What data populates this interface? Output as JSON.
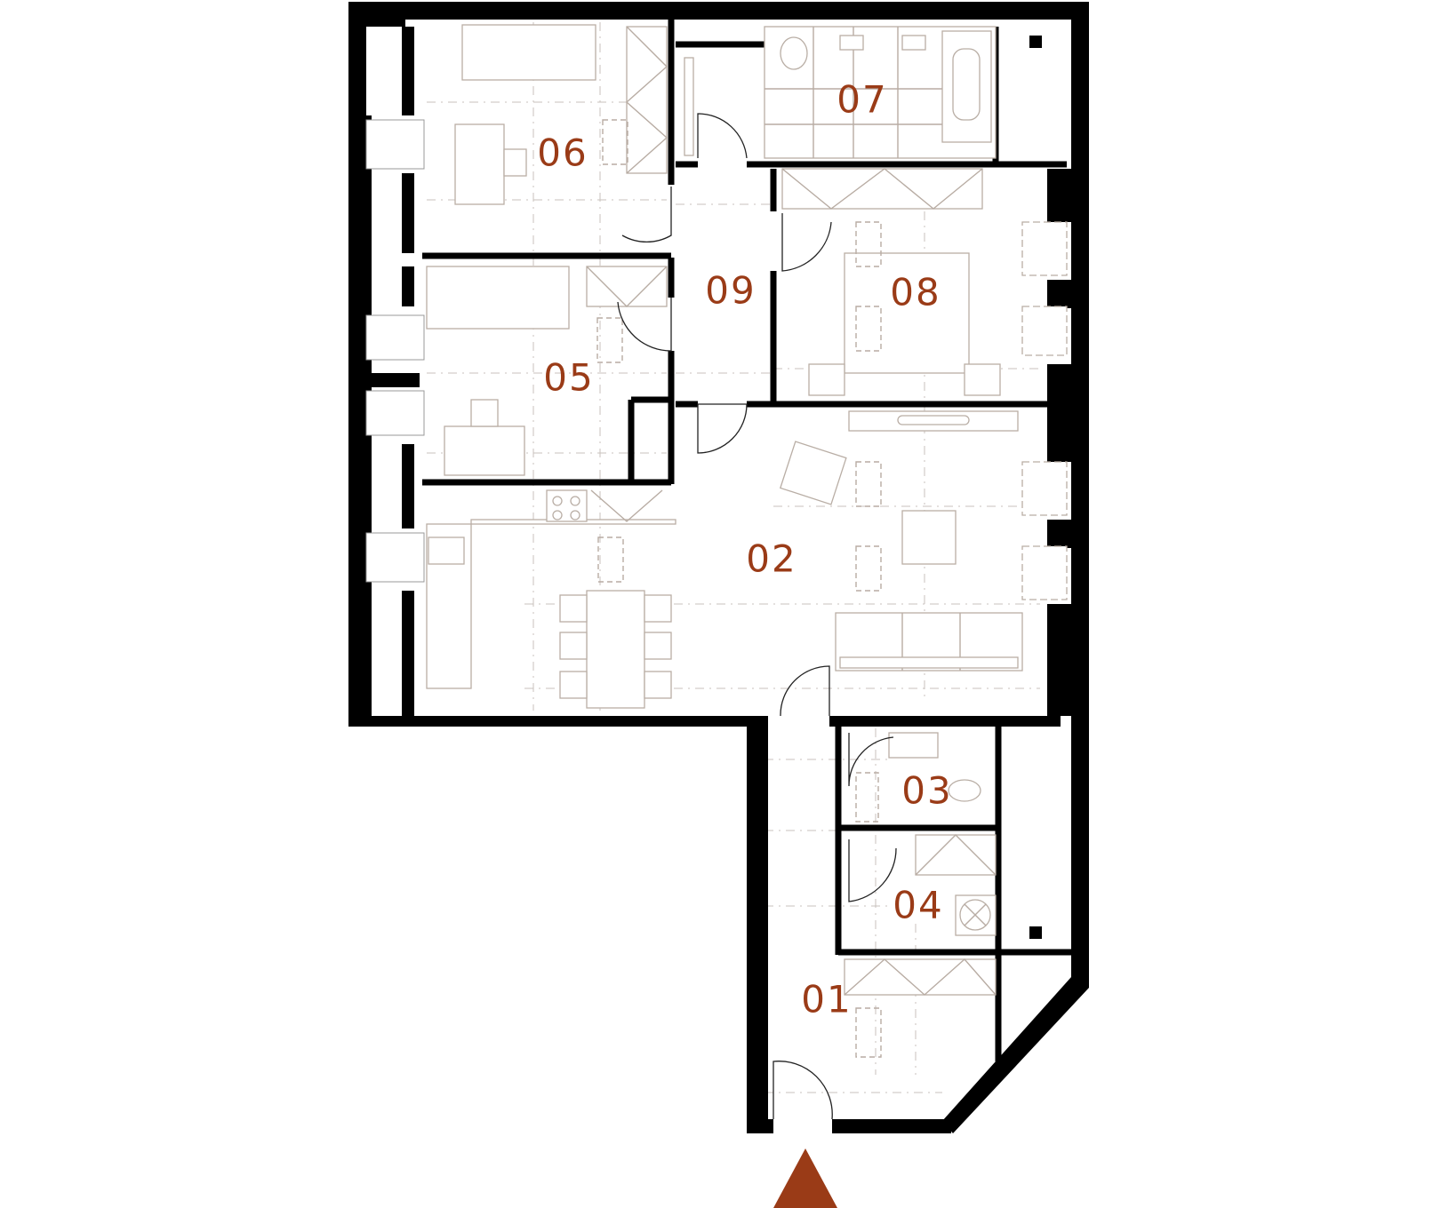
{
  "plan": {
    "rooms": [
      {
        "id": "01",
        "label": "01"
      },
      {
        "id": "02",
        "label": "02"
      },
      {
        "id": "03",
        "label": "03"
      },
      {
        "id": "04",
        "label": "04"
      },
      {
        "id": "05",
        "label": "05"
      },
      {
        "id": "06",
        "label": "06"
      },
      {
        "id": "07",
        "label": "07"
      },
      {
        "id": "08",
        "label": "08"
      },
      {
        "id": "09",
        "label": "09"
      }
    ],
    "colors": {
      "label": "#9a3b17",
      "entrance_marker": "#9a3b17",
      "walls": "#000000",
      "furniture": "#b8aca3"
    },
    "icons": {
      "entrance_marker": "triangle-up-icon"
    }
  }
}
